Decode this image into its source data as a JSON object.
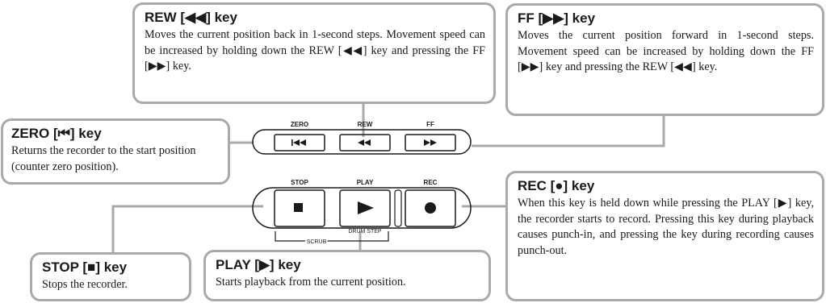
{
  "callouts": {
    "rew": {
      "title": "REW [◀◀] key",
      "body": "Moves the current position back in 1-second steps. Movement speed can be increased by holding down the REW [◀◀] key and pressing the FF [▶▶] key."
    },
    "ff": {
      "title": "FF [▶▶] key",
      "body": "Moves the current position forward in 1-second steps. Movement speed can be increased by holding down the FF [▶▶] key and pressing the REW [◀◀] key."
    },
    "zero": {
      "title": "ZERO [⏮] key",
      "body": "Returns the recorder to the start position (counter zero position)."
    },
    "rec": {
      "title": "REC [●] key",
      "body": "When this key is held down while pressing the PLAY [▶] key, the recorder starts to record. Pressing this key during playback causes punch-in, and pressing the key during recording causes punch-out."
    },
    "stop": {
      "title": "STOP [■] key",
      "body": "Stops the recorder."
    },
    "play": {
      "title": "PLAY [▶] key",
      "body": "Starts playback from the current position."
    }
  },
  "panel": {
    "zero_label": "ZERO",
    "rew_label": "REW",
    "ff_label": "FF",
    "stop_label": "STOP",
    "play_label": "PLAY",
    "rec_label": "REC",
    "drum_step_label": "DRUM STEP",
    "scrub_label": "SCRUB"
  },
  "colors": {
    "callout_border": "#a9a9a9",
    "panel_line": "#1a1a1a"
  }
}
